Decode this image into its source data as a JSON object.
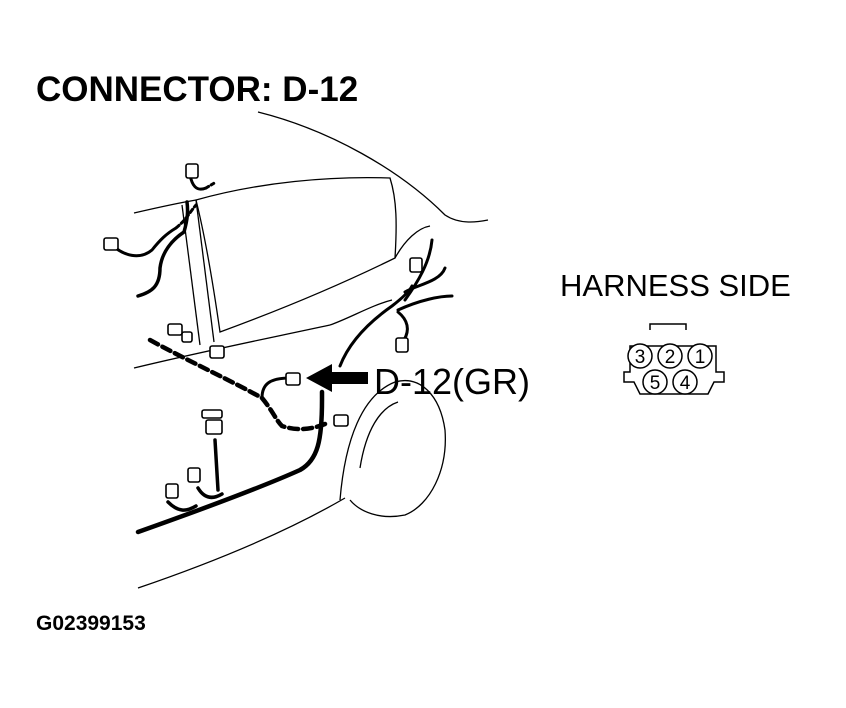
{
  "title": "CONNECTOR: D-12",
  "callout_label": "D-12(GR)",
  "harness_side_label": "HARNESS SIDE",
  "figure_id": "G02399153",
  "connector_pins": {
    "top_row": [
      "3",
      "2",
      "1"
    ],
    "bottom_row": [
      "5",
      "4"
    ]
  },
  "colors": {
    "line": "#000000",
    "background": "#ffffff"
  }
}
